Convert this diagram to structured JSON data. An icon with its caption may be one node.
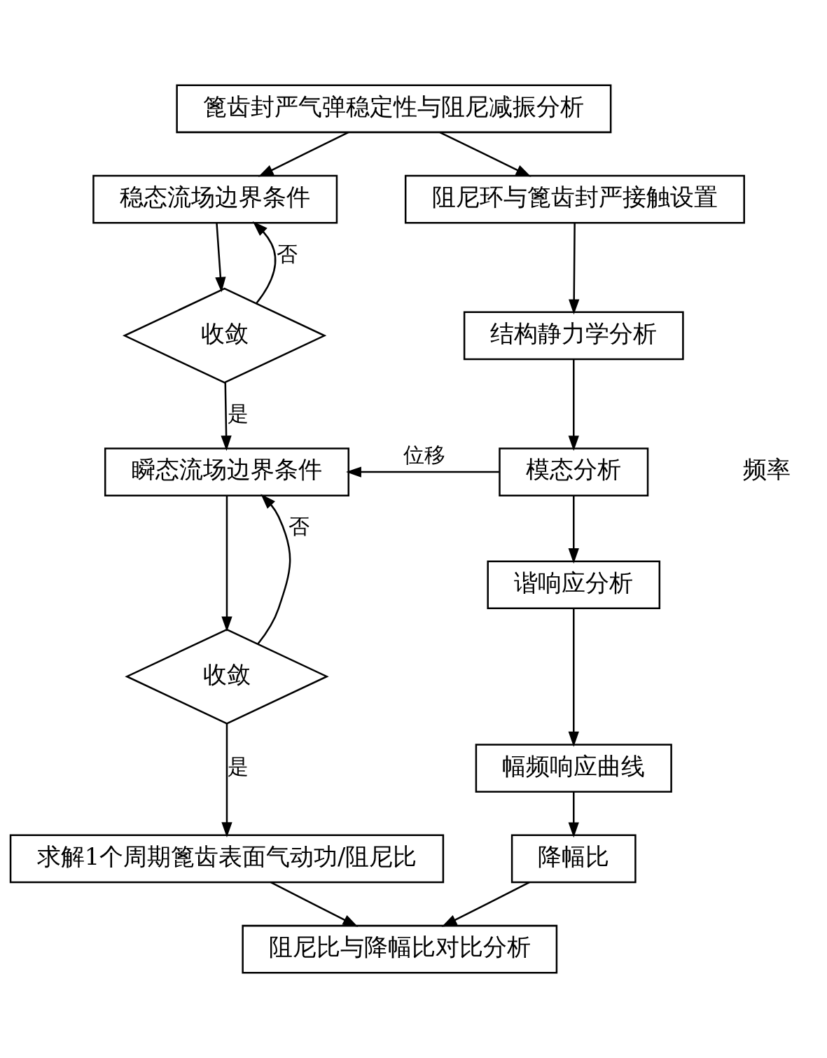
{
  "diagram": {
    "nodes": [
      {
        "text": [
          "篦齿封严气弹稳定性与阻尼减振分析"
        ]
      },
      {
        "text": [
          "稳态流场边界条件"
        ]
      },
      {
        "text": [
          "收敛"
        ]
      },
      {
        "text": [
          "阻尼环与篦齿封严接触设置"
        ]
      },
      {
        "text": [
          "结构静力学分析"
        ]
      },
      {
        "text": [
          "瞬态流场边界条件"
        ]
      },
      {
        "text": [
          "模态分析"
        ]
      },
      {
        "text": [
          "收敛"
        ]
      },
      {
        "text": [
          "谐响应分析"
        ]
      },
      {
        "text": [
          "幅频响应曲线"
        ]
      },
      {
        "text": [
          "求解1个周期篦齿表面气动功/阻尼比"
        ]
      },
      {
        "text": [
          "降幅比"
        ]
      },
      {
        "text": [
          "阻尼比与降幅比对比分析"
        ]
      }
    ],
    "edges": [
      {
        "from": 0,
        "to": 1,
        "arrow": "to"
      },
      {
        "from": 0,
        "to": 3,
        "arrow": "to"
      },
      {
        "from": 1,
        "to": 2,
        "arrow": "to"
      },
      {
        "from": 2,
        "to": 1,
        "arrow": "to",
        "label": "否"
      },
      {
        "from": 2,
        "to": 5,
        "arrow": "to",
        "label": "是"
      },
      {
        "from": 3,
        "to": 4,
        "arrow": "to"
      },
      {
        "from": 4,
        "to": 6,
        "arrow": "to"
      },
      {
        "from": 6,
        "to": 5,
        "arrow": "to",
        "label": "位移"
      },
      {
        "from": 5,
        "to": 7,
        "arrow": "to"
      },
      {
        "from": 7,
        "to": 5,
        "arrow": "to",
        "label": "否"
      },
      {
        "from": 7,
        "to": 10,
        "arrow": "to",
        "label": "是"
      },
      {
        "from": 6,
        "to": 8,
        "arrow": "to"
      },
      {
        "from": 8,
        "to": 9,
        "arrow": "to"
      },
      {
        "from": 9,
        "to": 11,
        "arrow": "to"
      },
      {
        "from": 10,
        "to": 12,
        "arrow": "to"
      },
      {
        "from": 11,
        "to": 12,
        "arrow": "to"
      }
    ],
    "labels": [
      "频率"
    ]
  }
}
